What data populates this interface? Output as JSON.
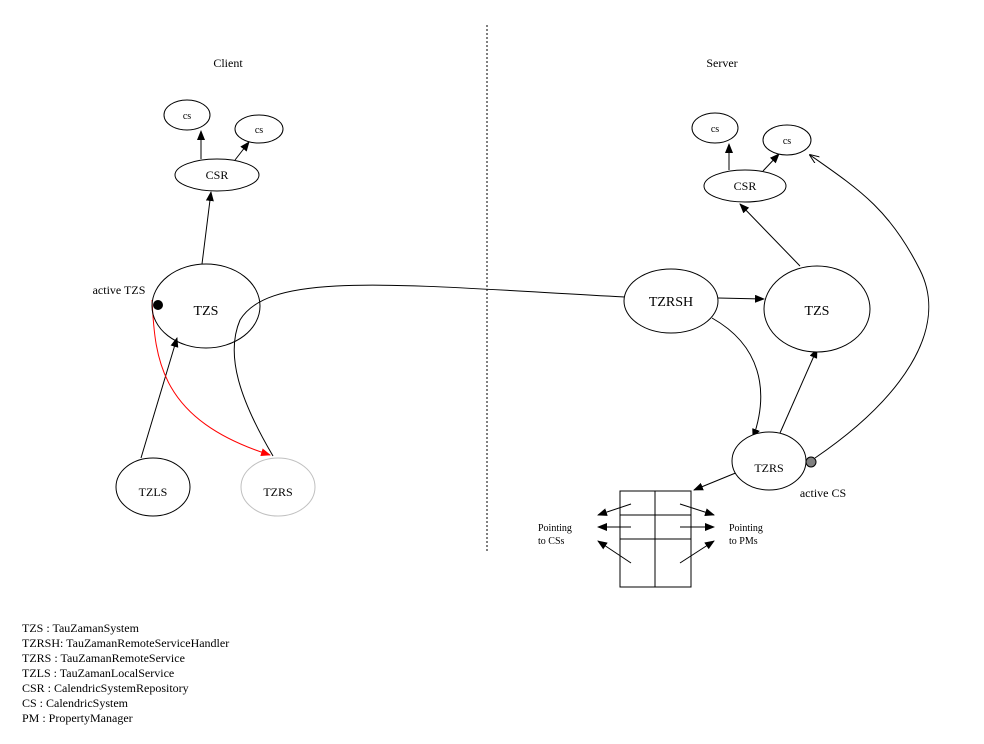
{
  "sections": {
    "client": "Client",
    "server": "Server"
  },
  "client": {
    "cs1": "cs",
    "cs2": "cs",
    "csr": "CSR",
    "tzs": "TZS",
    "tzls": "TZLS",
    "tzrs": "TZRS",
    "active_label": "active TZS"
  },
  "server": {
    "cs1": "cs",
    "cs2": "cs",
    "csr": "CSR",
    "tzrsh": "TZRSH",
    "tzs": "TZS",
    "tzrs": "TZRS",
    "active_label": "active CS",
    "pointing_cs": [
      "Pointing",
      "to CSs"
    ],
    "pointing_pm": [
      "Pointing",
      "to PMs"
    ]
  },
  "legend": [
    "TZS : TauZamanSystem",
    "TZRSH: TauZamanRemoteServiceHandler",
    "TZRS : TauZamanRemoteService",
    "TZLS : TauZamanLocalService",
    "CSR : CalendricSystemRepository",
    "CS : CalendricSystem",
    "PM : PropertyManager"
  ],
  "colors": {
    "red_arrow": "#ff0000",
    "inactive_node": "#c0c0c0",
    "active_cs_dot": "#808080"
  }
}
